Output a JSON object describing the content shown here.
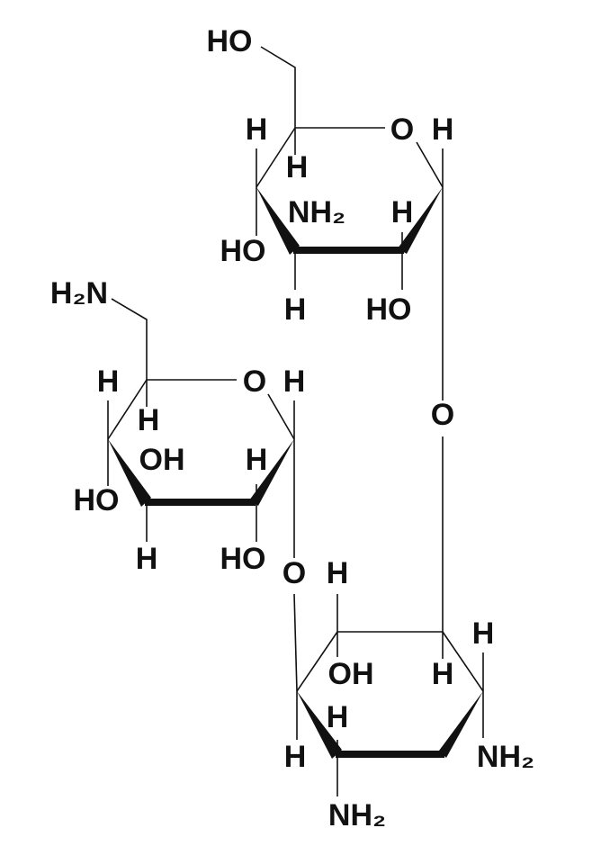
{
  "molecule": {
    "colors": {
      "ink": "#111111",
      "background": "#ffffff"
    },
    "labels": [
      "HO",
      "O",
      "H",
      "H",
      "H",
      "NH₂",
      "H",
      "HO",
      "H",
      "HO",
      "O",
      "H₂N",
      "O",
      "H",
      "H",
      "H",
      "OH",
      "H",
      "HO",
      "H",
      "HO",
      "O",
      "H",
      "H",
      "OH",
      "H",
      "H",
      "H",
      "NH₂",
      "NH₂"
    ]
  }
}
